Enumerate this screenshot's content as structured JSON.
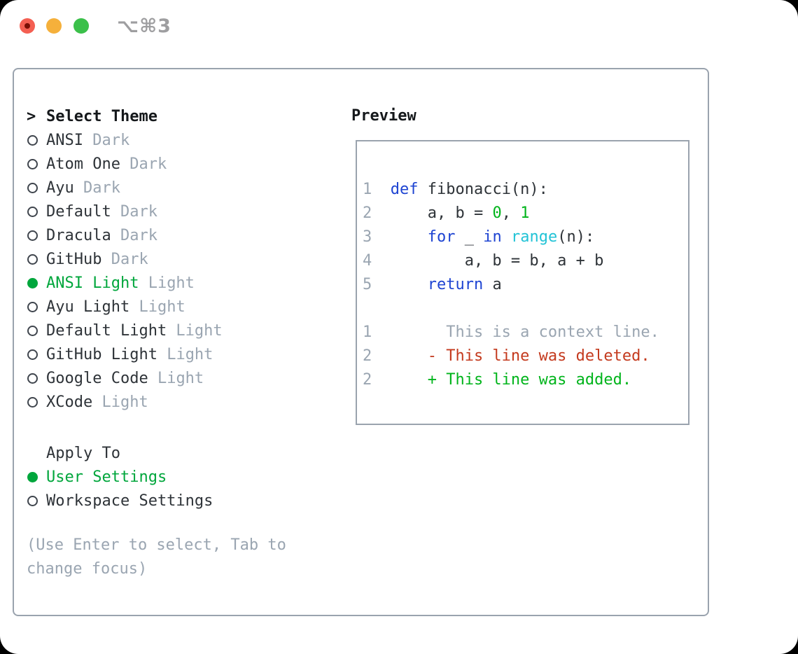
{
  "window": {
    "title": "⌥⌘3",
    "traffic_lights": {
      "close_color": "#f45f52",
      "close_dot_color": "#7a0f05",
      "minimize_color": "#f5b03b",
      "zoom_color": "#3bc04a"
    }
  },
  "colors": {
    "fg": "#2e3338",
    "heading": "#15181b",
    "muted": "#9aa5b1",
    "selection_green": "#00a63c",
    "added_green": "#00b41b",
    "keyword_blue": "#1e44d2",
    "builtin_cyan": "#22c3d6",
    "deleted_red": "#c43a1e",
    "panel_border": "#9aa3ae"
  },
  "theme_selector": {
    "prompt": ">",
    "heading": "Select Theme",
    "items": [
      {
        "id": "ansi-dark",
        "name": "ANSI",
        "tag": "Dark",
        "selected": false
      },
      {
        "id": "atom-one-dark",
        "name": "Atom One",
        "tag": "Dark",
        "selected": false
      },
      {
        "id": "ayu-dark",
        "name": "Ayu",
        "tag": "Dark",
        "selected": false
      },
      {
        "id": "default-dark",
        "name": "Default",
        "tag": "Dark",
        "selected": false
      },
      {
        "id": "dracula-dark",
        "name": "Dracula",
        "tag": "Dark",
        "selected": false
      },
      {
        "id": "github-dark",
        "name": "GitHub",
        "tag": "Dark",
        "selected": false
      },
      {
        "id": "ansi-light",
        "name": "ANSI Light",
        "tag": "Light",
        "selected": true
      },
      {
        "id": "ayu-light",
        "name": "Ayu Light",
        "tag": "Light",
        "selected": false
      },
      {
        "id": "default-light",
        "name": "Default Light",
        "tag": "Light",
        "selected": false
      },
      {
        "id": "github-light",
        "name": "GitHub Light",
        "tag": "Light",
        "selected": false
      },
      {
        "id": "google-code",
        "name": "Google Code",
        "tag": "Light",
        "selected": false
      },
      {
        "id": "xcode",
        "name": "XCode",
        "tag": "Light",
        "selected": false
      }
    ]
  },
  "apply_to": {
    "heading": "Apply To",
    "items": [
      {
        "id": "user-settings",
        "name": "User Settings",
        "selected": true
      },
      {
        "id": "workspace-settings",
        "name": "Workspace Settings",
        "selected": false
      }
    ]
  },
  "hint": "(Use Enter to select, Tab to change focus)",
  "preview": {
    "heading": "Preview",
    "lines": [
      {
        "num": "1",
        "segments": [
          {
            "t": "def",
            "c": "blue"
          },
          {
            "t": " fibonacci(n):",
            "c": "fg"
          }
        ]
      },
      {
        "num": "2",
        "segments": [
          {
            "t": "    a, b = ",
            "c": "fg"
          },
          {
            "t": "0",
            "c": "green"
          },
          {
            "t": ", ",
            "c": "fg"
          },
          {
            "t": "1",
            "c": "green"
          }
        ]
      },
      {
        "num": "3",
        "segments": [
          {
            "t": "    ",
            "c": "fg"
          },
          {
            "t": "for",
            "c": "blue"
          },
          {
            "t": " _ ",
            "c": "fg"
          },
          {
            "t": "in",
            "c": "blue"
          },
          {
            "t": " ",
            "c": "fg"
          },
          {
            "t": "range",
            "c": "cyan"
          },
          {
            "t": "(n):",
            "c": "fg"
          }
        ]
      },
      {
        "num": "4",
        "segments": [
          {
            "t": "        a, b = b, a + b",
            "c": "fg"
          }
        ]
      },
      {
        "num": "5",
        "segments": [
          {
            "t": "    ",
            "c": "fg"
          },
          {
            "t": "return",
            "c": "blue"
          },
          {
            "t": " a",
            "c": "fg"
          }
        ]
      },
      {
        "num": "",
        "segments": []
      },
      {
        "num": "1",
        "segments": [
          {
            "t": "      This is a context line.",
            "c": "muted"
          }
        ]
      },
      {
        "num": "2",
        "segments": [
          {
            "t": "    - This line was deleted.",
            "c": "red"
          }
        ]
      },
      {
        "num": "2",
        "segments": [
          {
            "t": "    + This line was added.",
            "c": "green"
          }
        ]
      }
    ]
  }
}
